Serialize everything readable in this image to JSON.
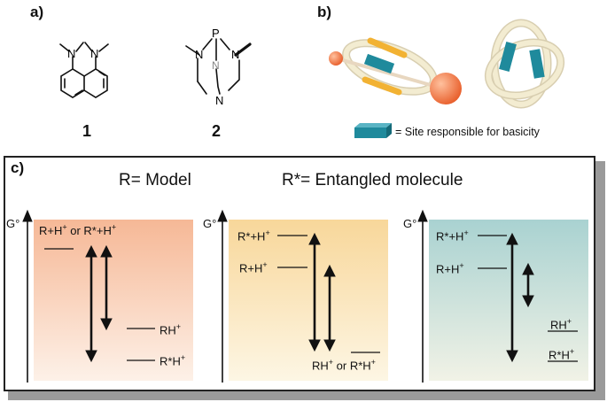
{
  "panel_a": {
    "label": "a)",
    "compound_1": {
      "number": "1",
      "atoms": [
        "N",
        "N"
      ]
    },
    "compound_2": {
      "number": "2",
      "atoms": [
        "P",
        "N",
        "N",
        "N",
        "N"
      ]
    }
  },
  "panel_b": {
    "label": "b)",
    "legend_text": "= Site responsible for basicity"
  },
  "panel_c": {
    "label": "c)",
    "heading_model": "R= Model",
    "heading_entangled": "R*= Entangled molecule",
    "axis_label": "G°",
    "diagrams": [
      {
        "gradient": [
          "#f6b896",
          "#fdf1e8"
        ],
        "levels": [
          {
            "text": "R+H+ or R*+H+",
            "sup": true
          },
          {
            "text": "RH+"
          },
          {
            "text": "R*H+"
          }
        ]
      },
      {
        "gradient": [
          "#f8d79a",
          "#fdf6e4"
        ],
        "levels": [
          {
            "text": "R*+H+"
          },
          {
            "text": "R+H+"
          },
          {
            "text": "RH+ or R*H+"
          }
        ]
      },
      {
        "gradient": [
          "#a9d2d1",
          "#f1f2e6"
        ],
        "levels": [
          {
            "text": "R*+H+"
          },
          {
            "text": "R+H+"
          },
          {
            "text": "RH+"
          },
          {
            "text": "R*H+"
          }
        ]
      }
    ]
  },
  "colors": {
    "panel_border": "#222222",
    "shadow": "#9a9a9a",
    "ball": "#f07a4a",
    "ring": "#f3ecd1",
    "site_block": "#1f8a9c",
    "yellow_strip": "#f2b233"
  }
}
